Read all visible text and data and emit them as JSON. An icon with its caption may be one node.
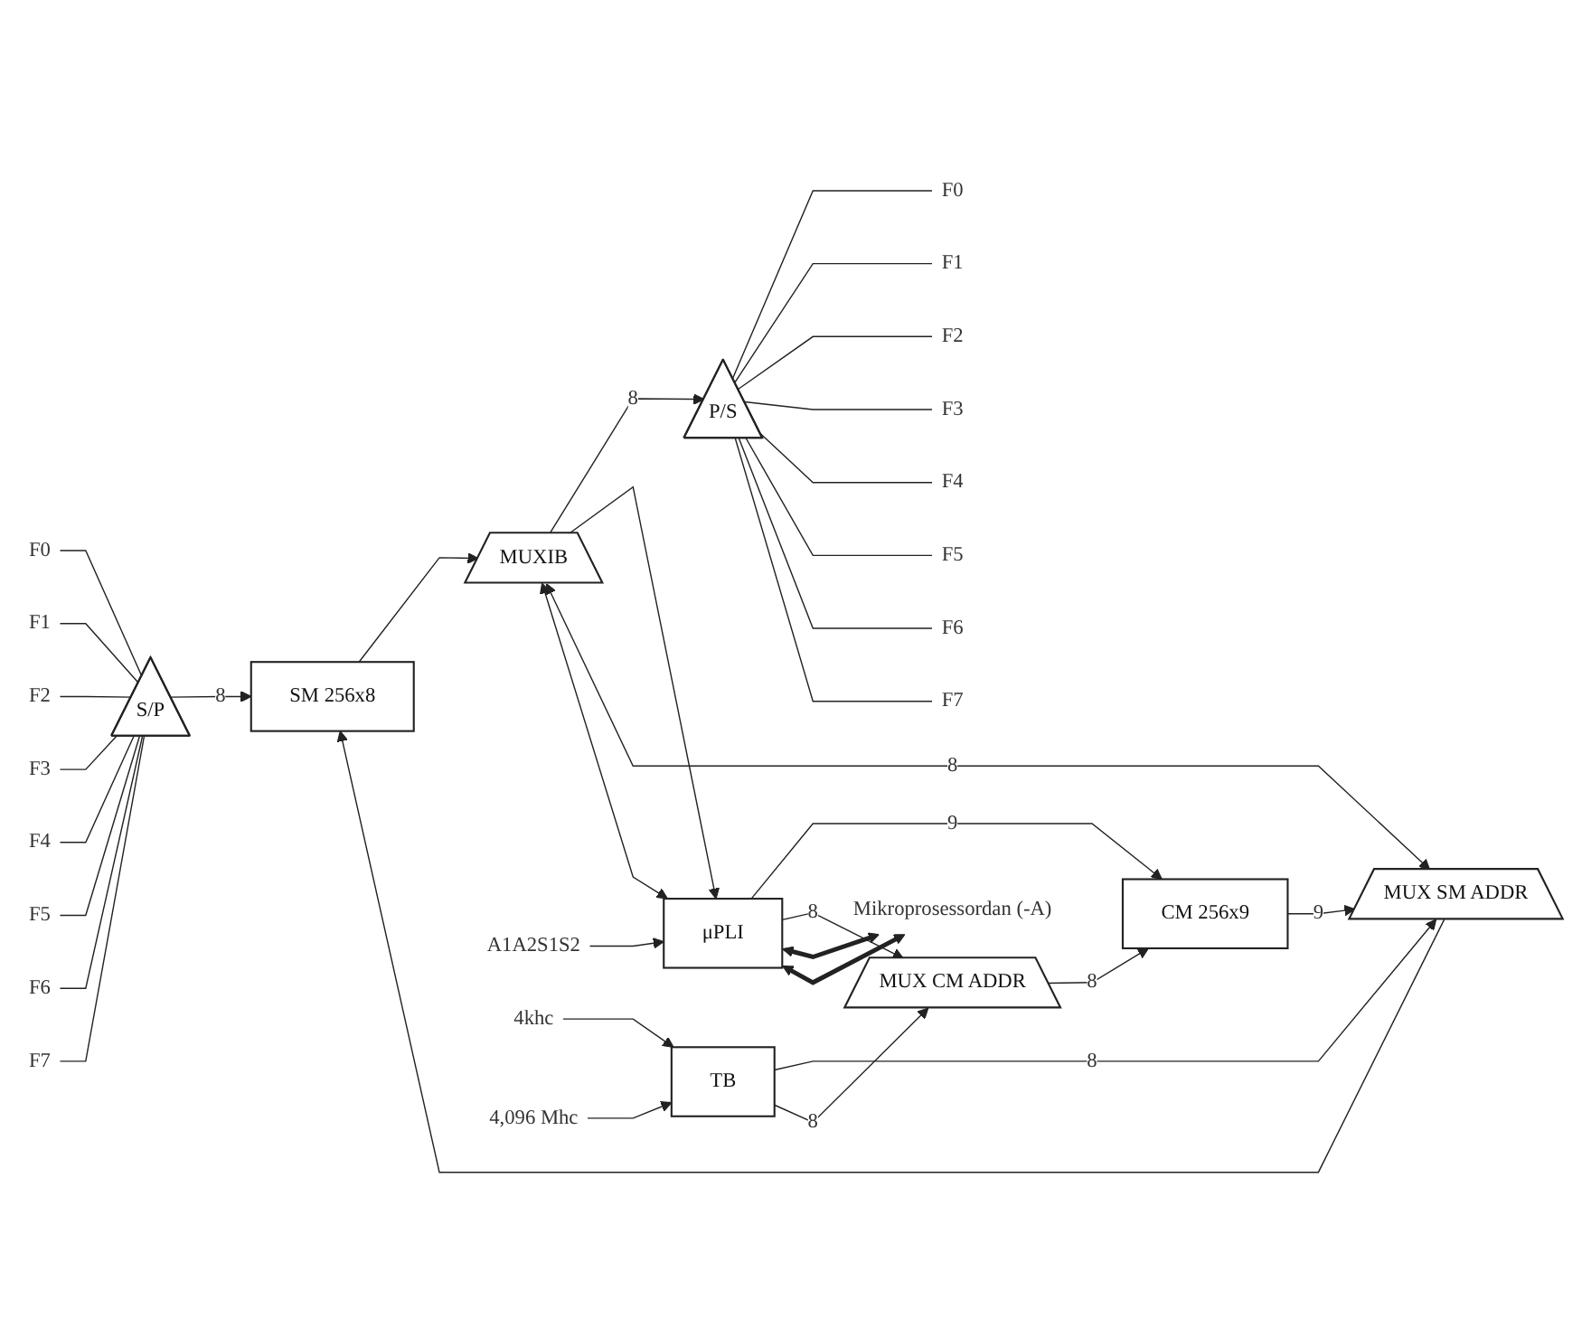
{
  "diagram": {
    "nodes": [
      {
        "text": [
          "S/P"
        ]
      },
      {
        "text": [
          "SM 256x8"
        ]
      },
      {
        "text": [
          "MUXIB"
        ]
      },
      {
        "text": [
          "P/S"
        ]
      },
      {
        "text": [
          "MUX SM ADDR"
        ]
      },
      {
        "text": [
          "CM 256x9"
        ]
      },
      {
        "text": [
          "MUX CM ADDR"
        ]
      },
      {
        "text": [
          "μPLI"
        ]
      },
      {
        "text": [
          "TB"
        ]
      },
      {
        "text": [
          "A1A2S1S2"
        ]
      },
      {
        "text": [
          "4khc"
        ]
      },
      {
        "text": [
          "4,096 Mhc"
        ]
      },
      {
        "text": [
          "Mikroprosessordan (-A)"
        ]
      },
      {
        "text": [
          "F0"
        ]
      },
      {
        "text": [
          "F1"
        ]
      },
      {
        "text": [
          "F2"
        ]
      },
      {
        "text": [
          "F3"
        ]
      },
      {
        "text": [
          "F4"
        ]
      },
      {
        "text": [
          "F5"
        ]
      },
      {
        "text": [
          "F6"
        ]
      },
      {
        "text": [
          "F7"
        ]
      },
      {
        "text": [
          "F0"
        ]
      },
      {
        "text": [
          "F1"
        ]
      },
      {
        "text": [
          "F2"
        ]
      },
      {
        "text": [
          "F3"
        ]
      },
      {
        "text": [
          "F4"
        ]
      },
      {
        "text": [
          "F5"
        ]
      },
      {
        "text": [
          "F6"
        ]
      },
      {
        "text": [
          "F7"
        ]
      }
    ],
    "edges": [
      {
        "from": 13,
        "to": 0,
        "arrow": "none"
      },
      {
        "from": 14,
        "to": 0,
        "arrow": "none"
      },
      {
        "from": 15,
        "to": 0,
        "arrow": "none"
      },
      {
        "from": 16,
        "to": 0,
        "arrow": "none"
      },
      {
        "from": 17,
        "to": 0,
        "arrow": "none"
      },
      {
        "from": 18,
        "to": 0,
        "arrow": "none"
      },
      {
        "from": 19,
        "to": 0,
        "arrow": "none"
      },
      {
        "from": 20,
        "to": 0,
        "arrow": "none"
      },
      {
        "from": 0,
        "to": 1,
        "arrow": "to",
        "label": "8"
      },
      {
        "from": 1,
        "to": 2,
        "arrow": "to"
      },
      {
        "from": 2,
        "to": 3,
        "arrow": "to",
        "label": "8"
      },
      {
        "from": 3,
        "to": 21,
        "arrow": "none"
      },
      {
        "from": 3,
        "to": 22,
        "arrow": "none"
      },
      {
        "from": 3,
        "to": 23,
        "arrow": "none"
      },
      {
        "from": 3,
        "to": 24,
        "arrow": "none"
      },
      {
        "from": 3,
        "to": 25,
        "arrow": "none"
      },
      {
        "from": 3,
        "to": 26,
        "arrow": "none"
      },
      {
        "from": 3,
        "to": 27,
        "arrow": "none"
      },
      {
        "from": 3,
        "to": 28,
        "arrow": "none"
      },
      {
        "from": 2,
        "to": 7,
        "arrow": "to"
      },
      {
        "from": 7,
        "to": 2,
        "arrow": "both"
      },
      {
        "from": 4,
        "to": 1,
        "arrow": "to"
      },
      {
        "from": 2,
        "to": 4,
        "arrow": "both",
        "label": "8"
      },
      {
        "from": 5,
        "to": 4,
        "arrow": "to",
        "label": "9"
      },
      {
        "from": 8,
        "to": 4,
        "arrow": "to",
        "label": "8"
      },
      {
        "from": 6,
        "to": 5,
        "arrow": "to",
        "label": "8"
      },
      {
        "from": 7,
        "to": 5,
        "arrow": "to",
        "label": "9"
      },
      {
        "from": 7,
        "to": 6,
        "arrow": "to",
        "label": "8"
      },
      {
        "from": 8,
        "to": 6,
        "arrow": "to",
        "label": "8"
      },
      {
        "from": 9,
        "to": 7,
        "arrow": "to"
      },
      {
        "from": 10,
        "to": 8,
        "arrow": "to"
      },
      {
        "from": 11,
        "to": 8,
        "arrow": "to"
      },
      {
        "from": 7,
        "to": 12,
        "arrow": "both",
        "style": "thick"
      },
      {
        "from": 7,
        "to": 12,
        "arrow": "both",
        "style": "thick"
      }
    ]
  }
}
